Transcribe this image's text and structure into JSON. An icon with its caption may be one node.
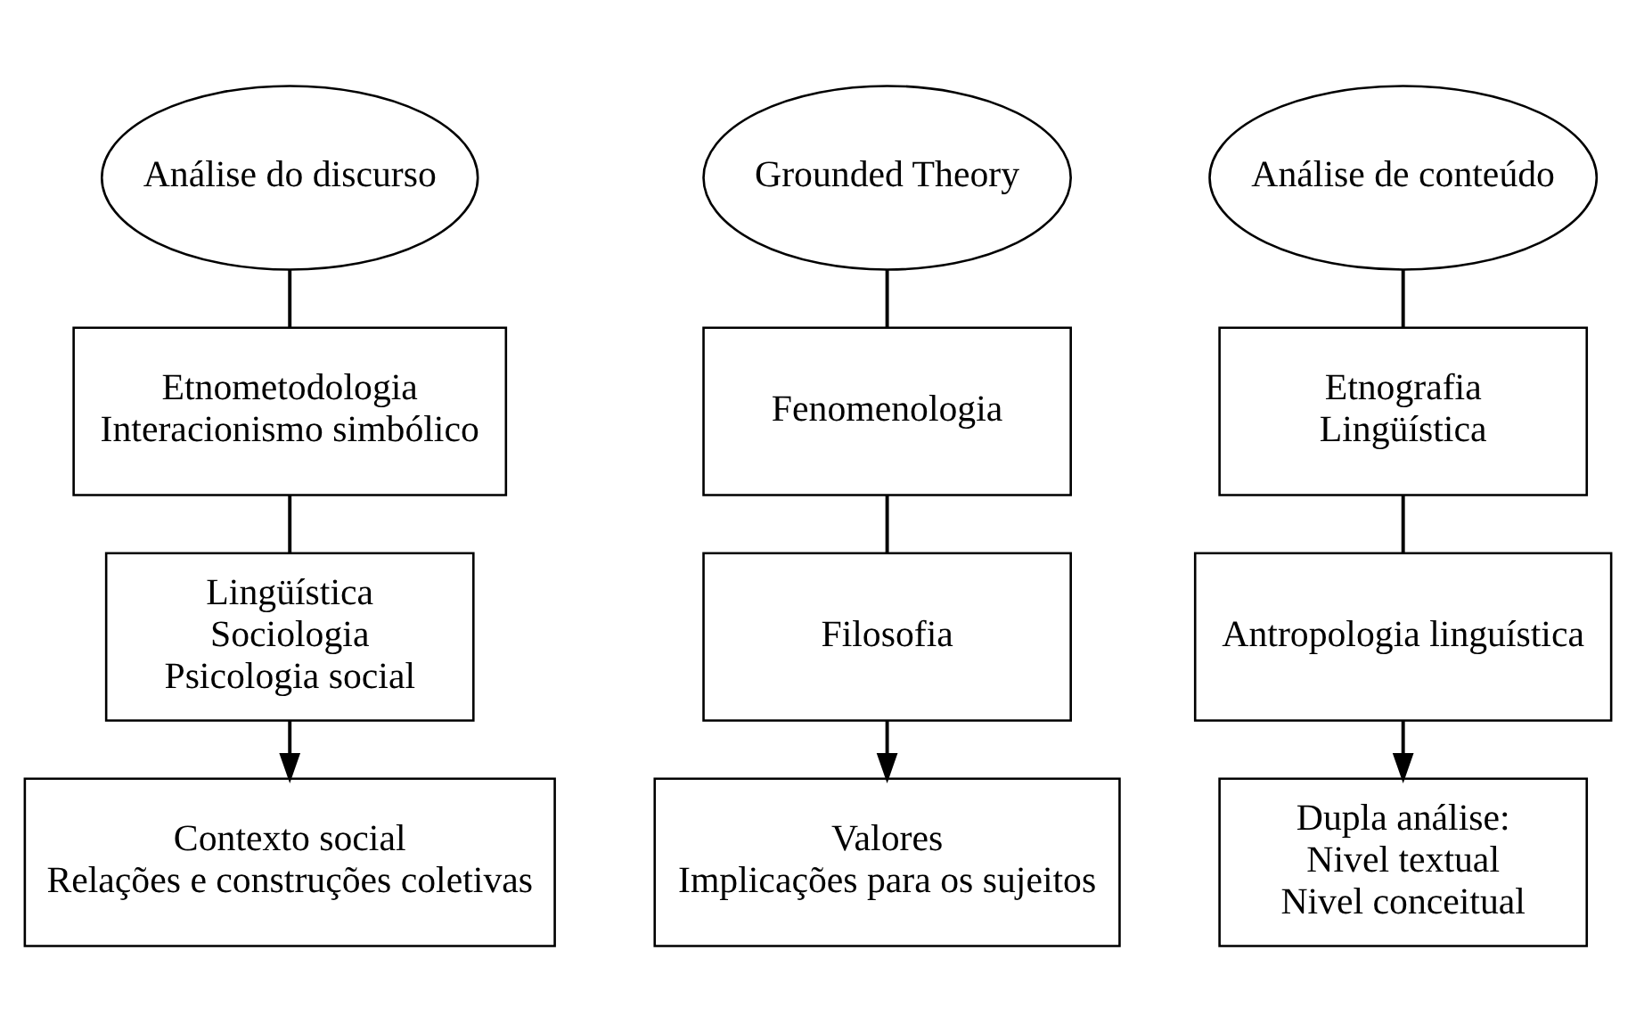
{
  "diagram": {
    "nodes": [
      {
        "text": [
          "Análise do discurso"
        ]
      },
      {
        "text": [
          "Etnometodologia",
          "Interacionismo simbólico"
        ]
      },
      {
        "text": [
          "Lingüística",
          "Sociologia",
          "Psicologia social"
        ]
      },
      {
        "text": [
          "Contexto social",
          "Relações e construções coletivas"
        ]
      },
      {
        "text": [
          "Grounded Theory"
        ]
      },
      {
        "text": [
          "Fenomenologia"
        ]
      },
      {
        "text": [
          "Filosofia"
        ]
      },
      {
        "text": [
          "Valores",
          "Implicações para os sujeitos"
        ]
      },
      {
        "text": [
          "Análise de conteúdo"
        ]
      },
      {
        "text": [
          "Etnografia",
          "Lingüística"
        ]
      },
      {
        "text": [
          "Antropologia linguística"
        ]
      },
      {
        "text": [
          "Dupla análise:",
          "Nivel textual",
          "Nivel conceitual"
        ]
      }
    ],
    "edges": [
      {
        "from": 0,
        "to": 1,
        "arrow": "none"
      },
      {
        "from": 1,
        "to": 2,
        "arrow": "none"
      },
      {
        "from": 2,
        "to": 3,
        "arrow": "to"
      },
      {
        "from": 4,
        "to": 5,
        "arrow": "none"
      },
      {
        "from": 5,
        "to": 6,
        "arrow": "none"
      },
      {
        "from": 6,
        "to": 7,
        "arrow": "to"
      },
      {
        "from": 8,
        "to": 9,
        "arrow": "none"
      },
      {
        "from": 9,
        "to": 10,
        "arrow": "none"
      },
      {
        "from": 10,
        "to": 11,
        "arrow": "to"
      }
    ]
  }
}
